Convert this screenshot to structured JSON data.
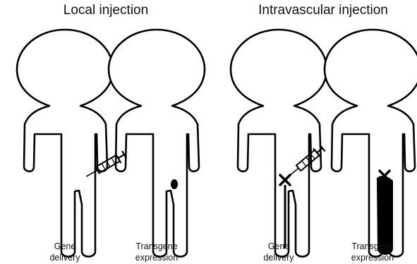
{
  "panels": [
    {
      "title": "Local injection",
      "figures": [
        {
          "caption_line1": "Gene",
          "caption_line2": "delivery"
        },
        {
          "caption_line1": "Transgene",
          "caption_line2": "expression"
        }
      ]
    },
    {
      "title": "Intravascular injection",
      "figures": [
        {
          "caption_line1": "Gene",
          "caption_line2": "delivery"
        },
        {
          "caption_line1": "Transgene",
          "caption_line2": "expression"
        }
      ]
    }
  ],
  "colors": {
    "outline": "#000000",
    "fill": "#ffffff",
    "expression": "#000000"
  },
  "icons": [
    "human-figure-icon",
    "syringe-icon",
    "injection-site-icon",
    "expression-spot-icon"
  ]
}
